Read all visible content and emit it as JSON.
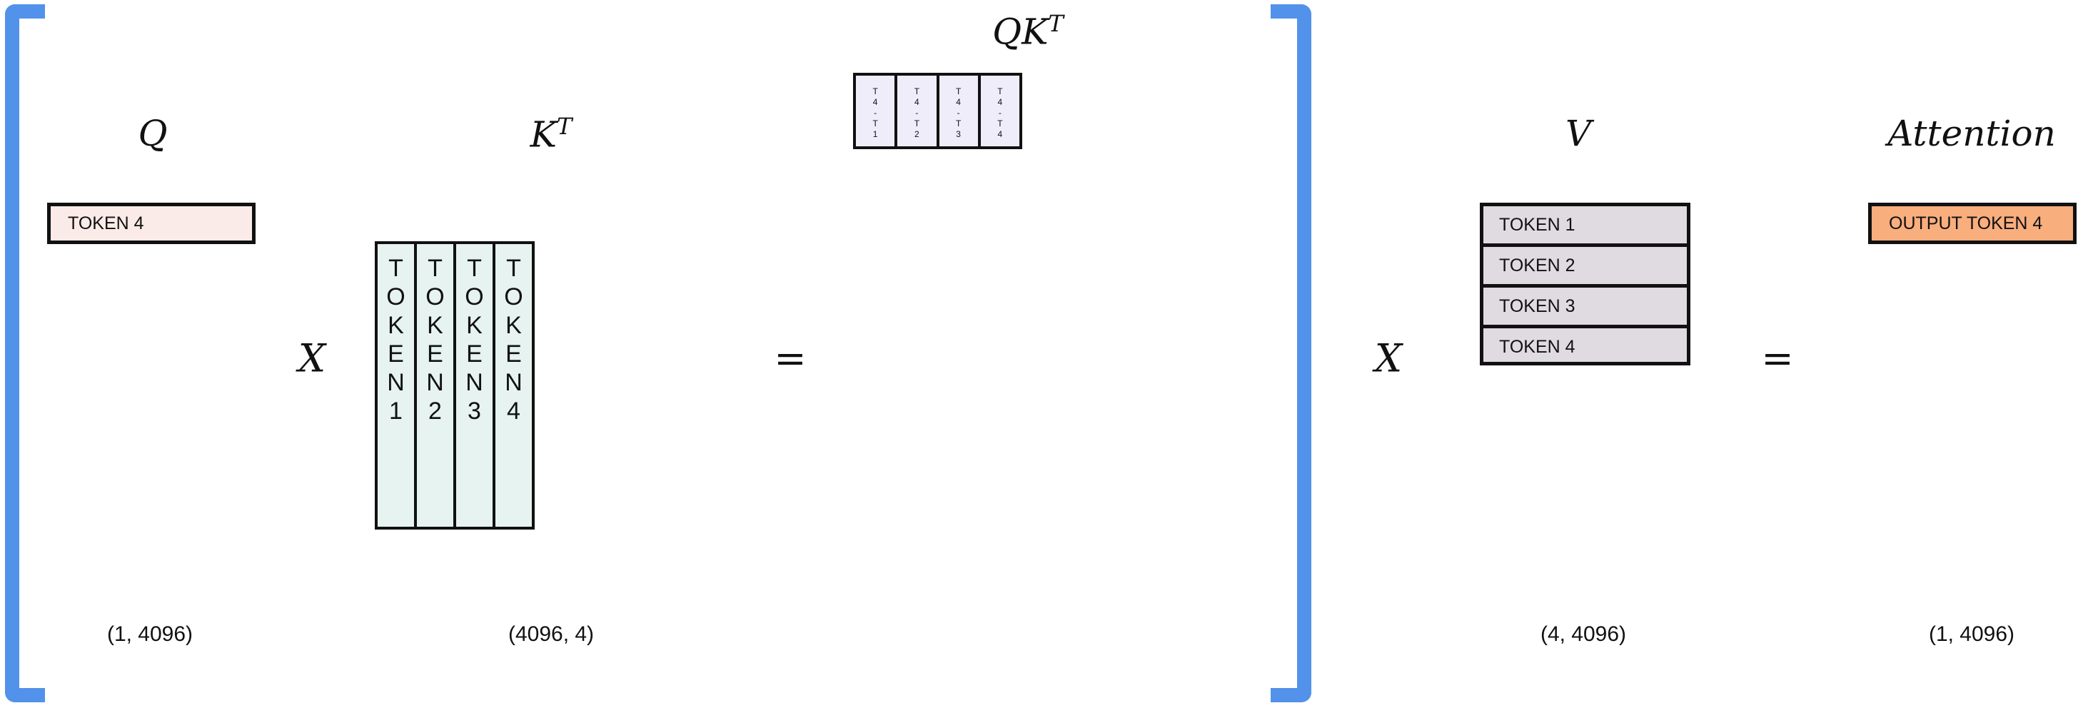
{
  "labels": {
    "q": "Q",
    "kt_base": "K",
    "kt_sup": "T",
    "qkt_base": "QK",
    "qkt_sup": "T",
    "v": "V",
    "attention": "Attention"
  },
  "operators": {
    "times_1": "X",
    "equals_1": "=",
    "times_2": "X",
    "equals_2": "="
  },
  "q_matrix": {
    "rows": [
      "TOKEN 4"
    ],
    "color": "#fbebe8"
  },
  "kt_matrix": {
    "columns": [
      [
        "T",
        "O",
        "K",
        "E",
        "N",
        "1"
      ],
      [
        "T",
        "O",
        "K",
        "E",
        "N",
        "2"
      ],
      [
        "T",
        "O",
        "K",
        "E",
        "N",
        "3"
      ],
      [
        "T",
        "O",
        "K",
        "E",
        "N",
        "4"
      ]
    ],
    "color": "#e6f3f0"
  },
  "qkt_matrix": {
    "columns": [
      [
        "T",
        "4",
        "-",
        "T",
        "1"
      ],
      [
        "T",
        "4",
        "-",
        "T",
        "2"
      ],
      [
        "T",
        "4",
        "-",
        "T",
        "3"
      ],
      [
        "T",
        "4",
        "-",
        "T",
        "4"
      ]
    ],
    "color": "#efedfa"
  },
  "v_matrix": {
    "rows": [
      "TOKEN 1",
      "TOKEN 2",
      "TOKEN 3",
      "TOKEN 4"
    ],
    "color": "#dfdbe0"
  },
  "output_matrix": {
    "rows": [
      "OUTPUT TOKEN 4"
    ],
    "color": "#f9ae7e"
  },
  "dimensions": {
    "q": "(1, 4096)",
    "kt": "(4096, 4)",
    "v": "(4, 4096)",
    "attention": "(1, 4096)"
  },
  "bracket_color": "#5292ea"
}
